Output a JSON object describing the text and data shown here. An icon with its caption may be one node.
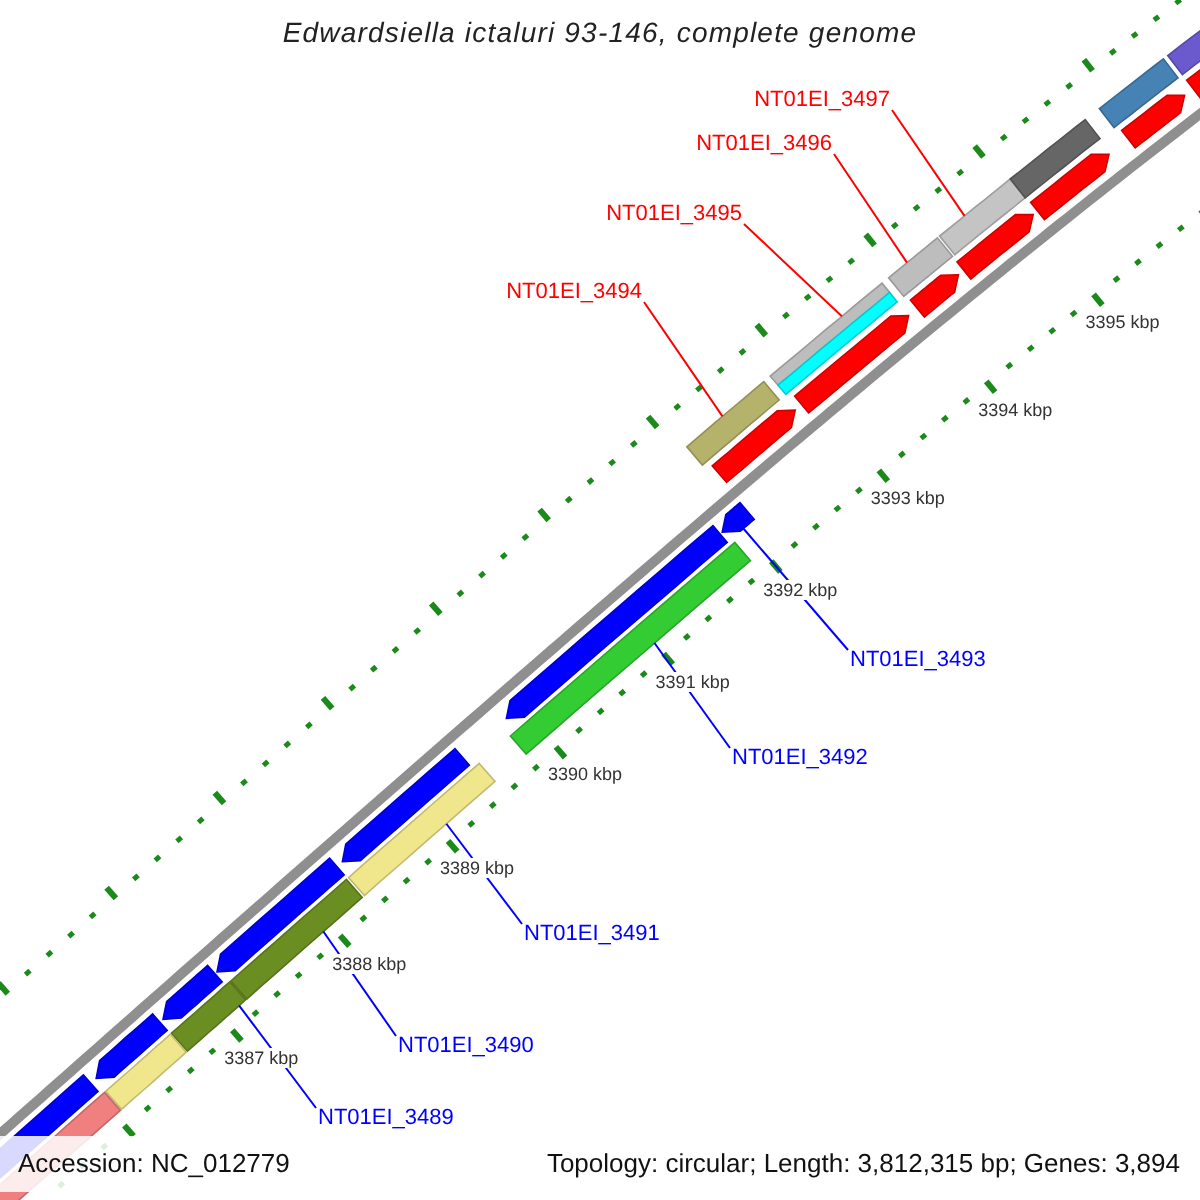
{
  "diagram": {
    "title": "Edwardsiella ictaluri 93-146, complete genome",
    "nodes": [
      {
        "text": [
          "NT01EI_3497"
        ]
      },
      {
        "text": [
          "NT01EI_3496"
        ]
      },
      {
        "text": [
          "NT01EI_3495"
        ]
      },
      {
        "text": [
          "NT01EI_3494"
        ]
      },
      {
        "text": [
          "NT01EI_3493"
        ]
      },
      {
        "text": [
          "NT01EI_3492"
        ]
      },
      {
        "text": [
          "NT01EI_3491"
        ]
      },
      {
        "text": [
          "NT01EI_3490"
        ]
      },
      {
        "text": [
          "NT01EI_3489"
        ]
      },
      {
        "text": [],
        "shape": "bar"
      },
      {
        "text": [],
        "shape": "bar"
      },
      {
        "text": [],
        "shape": "bar"
      },
      {
        "text": [],
        "shape": "bar"
      },
      {
        "text": [],
        "shape": "bar"
      },
      {
        "text": [],
        "shape": "bar"
      },
      {
        "text": [],
        "shape": "bar"
      },
      {
        "text": [],
        "shape": "bar"
      },
      {
        "text": [],
        "shape": "bar"
      }
    ],
    "edges": [
      {
        "from": 0,
        "to": 9,
        "arrow": "none",
        "color": "#ff0000"
      },
      {
        "from": 1,
        "to": 10,
        "arrow": "none",
        "color": "#ff0000"
      },
      {
        "from": 2,
        "to": 11,
        "arrow": "none",
        "color": "#ff0000"
      },
      {
        "from": 3,
        "to": 12,
        "arrow": "none",
        "color": "#ff0000"
      },
      {
        "from": 4,
        "to": 13,
        "arrow": "none"
      },
      {
        "from": 5,
        "to": 14,
        "arrow": "none"
      },
      {
        "from": 6,
        "to": 15,
        "arrow": "none"
      },
      {
        "from": 7,
        "to": 16,
        "arrow": "none"
      },
      {
        "from": 8,
        "to": 17,
        "arrow": "none"
      }
    ],
    "labels": [
      "3395 kbp",
      "3394 kbp",
      "3393 kbp",
      "3392 kbp",
      "3391 kbp",
      "3390 kbp",
      "3389 kbp",
      "3388 kbp",
      "3387 kbp",
      "Accession: NC_012779",
      "Topology: circular; Length: 3,812,315 bp; Genes: 3,894"
    ]
  }
}
